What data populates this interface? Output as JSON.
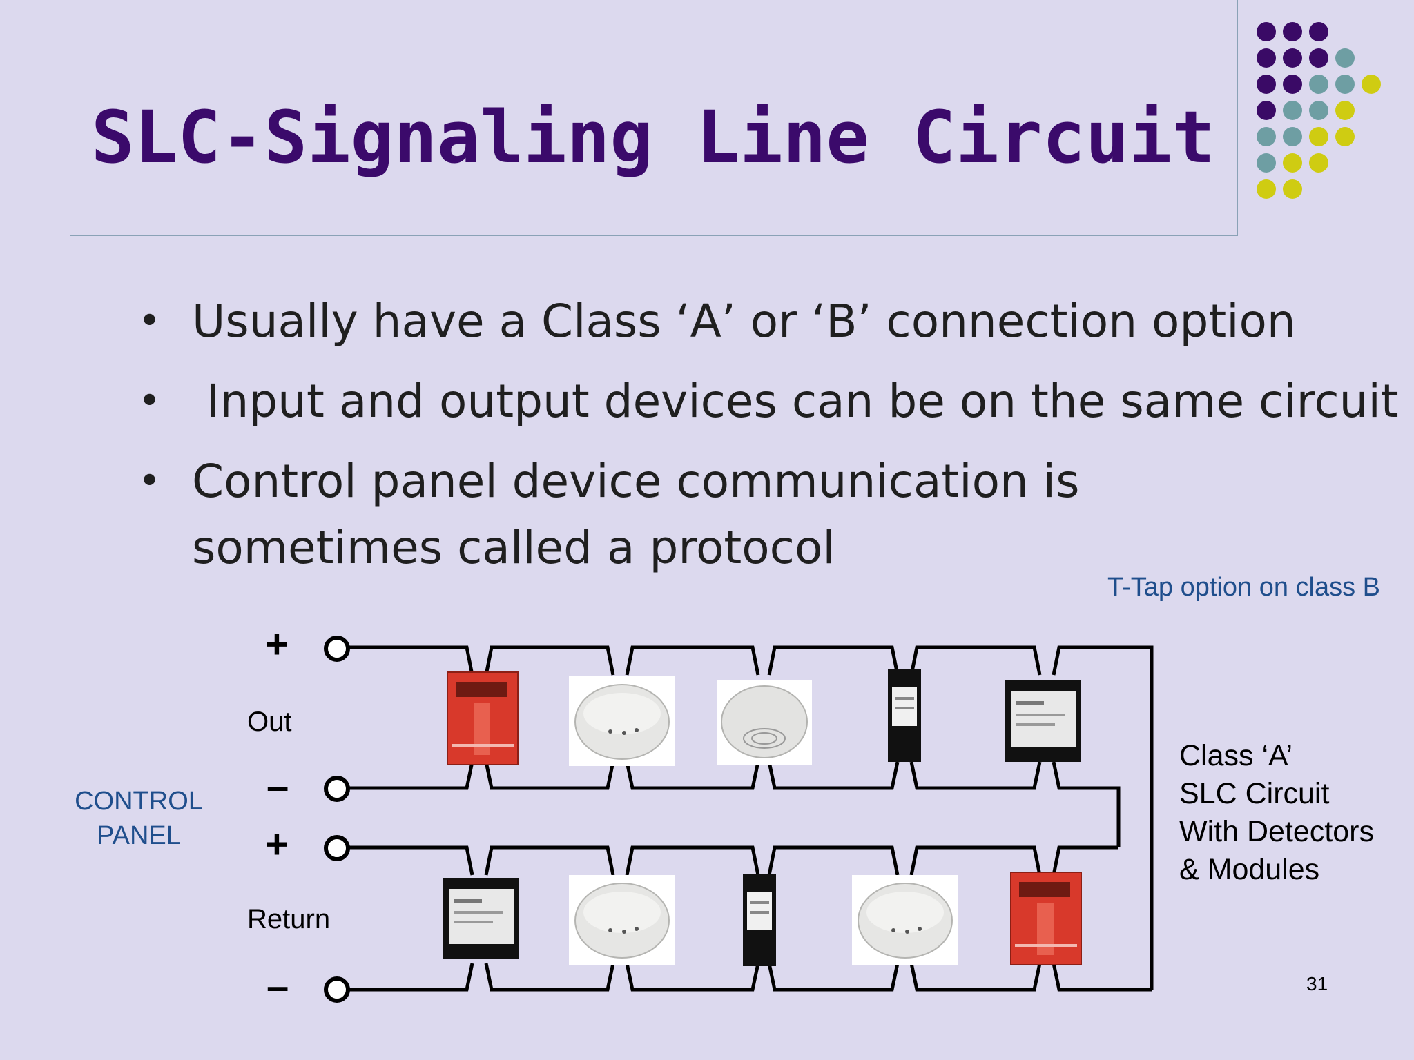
{
  "slide": {
    "title": "SLC-Signaling Line Circuit",
    "page_number": "31"
  },
  "bullets": [
    {
      "text": "Usually have a Class ‘A’ or ‘B’ connection option"
    },
    {
      "text": " Input and output devices can be on the same circuit"
    },
    {
      "text": "Control panel device communication is sometimes called a protocol"
    }
  ],
  "diagram": {
    "ttap_note": "T-Tap option on class B",
    "control_panel_label": "CONTROL PANEL",
    "out_label": "Out",
    "return_label": "Return",
    "plus_symbol": "+",
    "minus_symbol": "–",
    "class_a_lines": [
      "Class ‘A’",
      "SLC Circuit",
      "With Detectors",
      "& Modules"
    ],
    "top_devices": [
      "pull-station",
      "smoke-detector",
      "heat-detector",
      "relay-module",
      "control-module"
    ],
    "bottom_devices": [
      "control-module",
      "smoke-detector",
      "relay-module",
      "smoke-detector",
      "pull-station"
    ]
  },
  "colors": {
    "background": "#dcd9ee",
    "title": "#3b0a6b",
    "accent_blue": "#1f4e8c",
    "dot_purple": "#3a0a66",
    "dot_teal": "#6e9ea3",
    "dot_yellow": "#cfcc12",
    "pull_station_red": "#d8392b"
  }
}
